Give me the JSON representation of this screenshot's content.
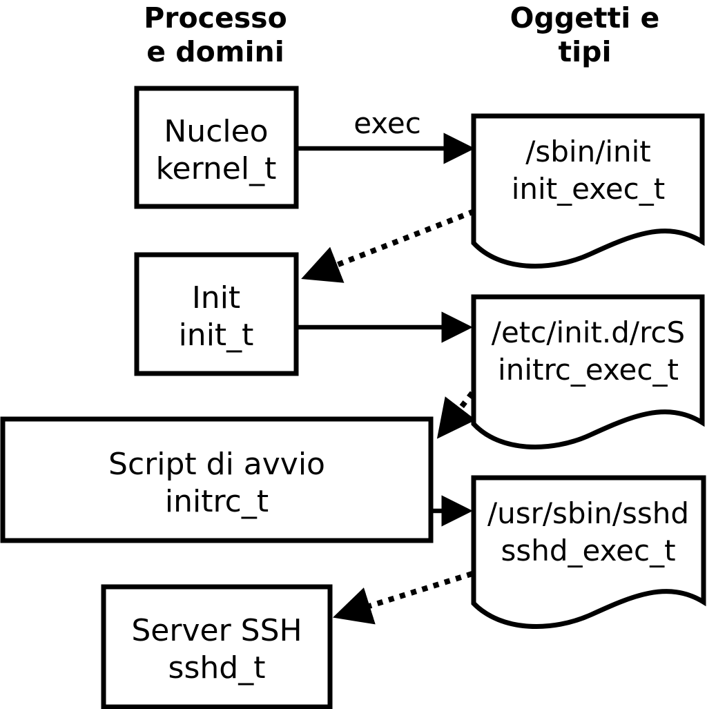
{
  "colors": {
    "ink": "#000000",
    "background": "#ffffff"
  },
  "headers": {
    "processes": {
      "line1": "Processo",
      "line2": "e domini"
    },
    "objects": {
      "line1": "Oggetti e",
      "line2": "tipi"
    }
  },
  "processes": [
    {
      "name": "Nucleo",
      "domain": "kernel_t"
    },
    {
      "name": "Init",
      "domain": "init_t"
    },
    {
      "name": "Script di avvio",
      "domain": "initrc_t"
    },
    {
      "name": "Server SSH",
      "domain": "sshd_t"
    }
  ],
  "objects": [
    {
      "path": "/sbin/init",
      "type": "init_exec_t"
    },
    {
      "path": "/etc/init.d/rcS",
      "type": "initrc_exec_t"
    },
    {
      "path": "/usr/sbin/sshd",
      "type": "sshd_exec_t"
    }
  ],
  "labels": {
    "exec": "exec"
  }
}
